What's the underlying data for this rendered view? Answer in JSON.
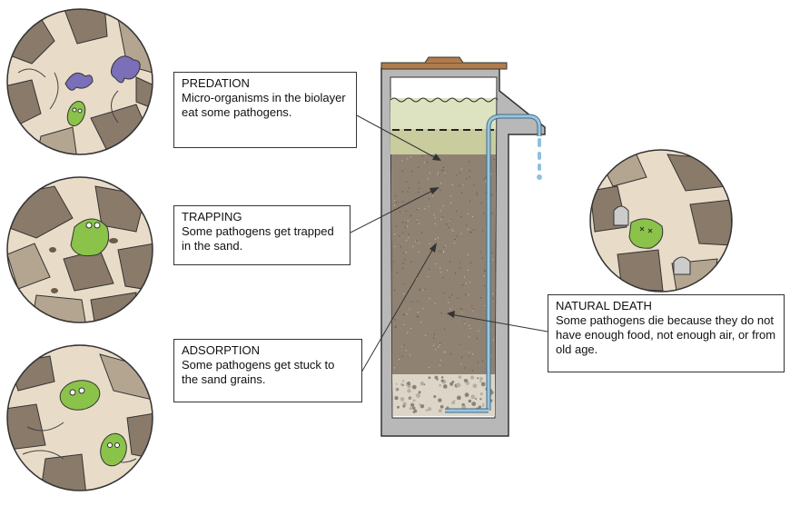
{
  "callouts": {
    "predation": {
      "title": "PREDATION",
      "body": "Micro-organisms in the biolayer eat some pathogens."
    },
    "trapping": {
      "title": "TRAPPING",
      "body": "Some pathogens get trapped in the sand."
    },
    "adsorption": {
      "title": "ADSORPTION",
      "body": "Some pathogens get stuck to the sand grains."
    },
    "natural_death": {
      "title": "NATURAL  DEATH",
      "body": "Some pathogens die because they do not have enough food, not enough air, or from old age."
    }
  },
  "colors": {
    "rock": "#8a7a6a",
    "rock_light": "#b4a591",
    "matrix": "#e8dcc8",
    "pathogen": "#8bc34a",
    "predator": "#7a6fb8",
    "concrete": "#b8b8b8",
    "water": "#dde3c0",
    "biolayer": "#c9cc9d",
    "sand": "#8f8273",
    "gravel": "#ddd6c8",
    "lid": "#b27b4b",
    "pipe": "#9cc4dc"
  },
  "icons": [
    "rock-circle",
    "pathogen",
    "predator-microorganism",
    "gravestone"
  ]
}
